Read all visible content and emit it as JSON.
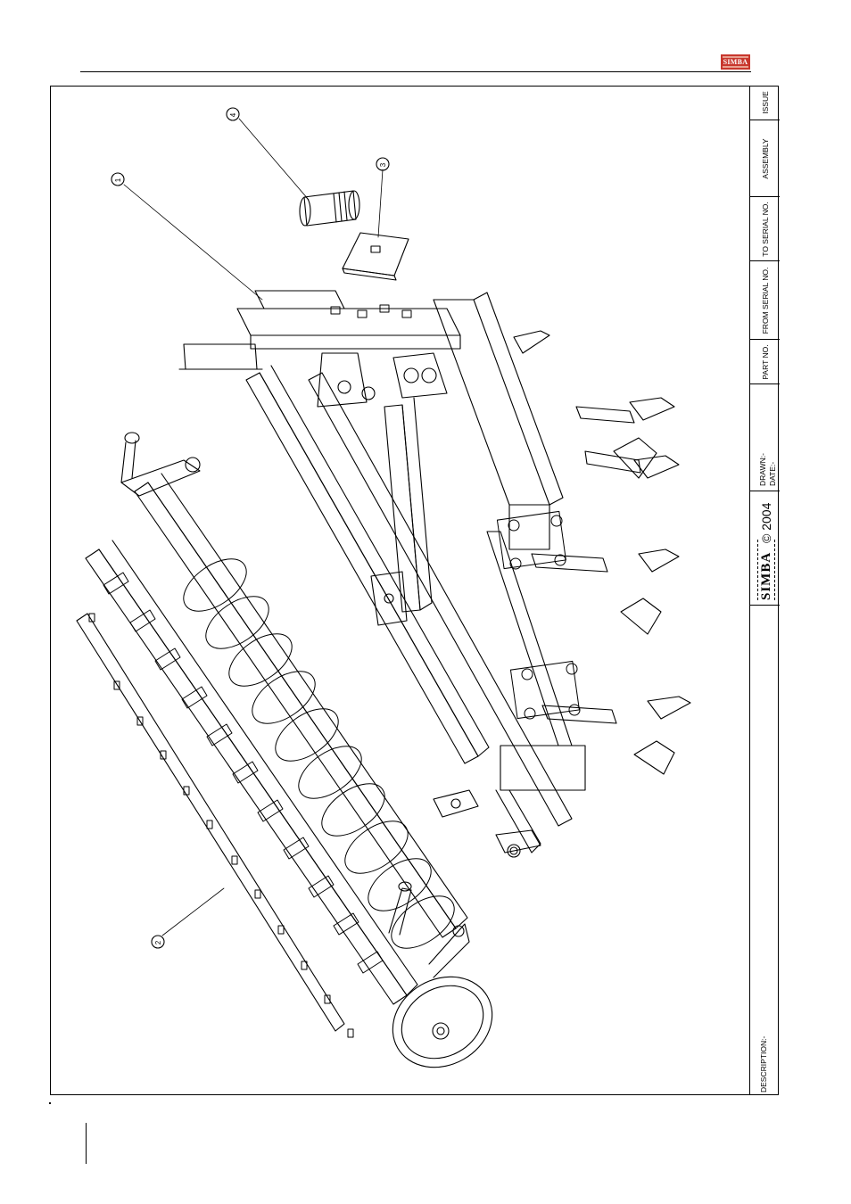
{
  "header": {
    "logo_text": "SIMBA"
  },
  "title_block": {
    "issue_label": "ISSUE",
    "assembly_label": "ASSEMBLY",
    "to_serial_label": "TO SERIAL NO.",
    "from_serial_label": "FROM SERIAL NO.",
    "part_no_label": "PART NO.",
    "drawn_label": "DRAWN:-",
    "date_label": "DATE:-",
    "company_logo": "SIMBA",
    "copyright": "© 2004",
    "description_label": "DESCRIPTION:-"
  },
  "drawing": {
    "callouts": [
      "1",
      "2",
      "3",
      "4"
    ]
  }
}
